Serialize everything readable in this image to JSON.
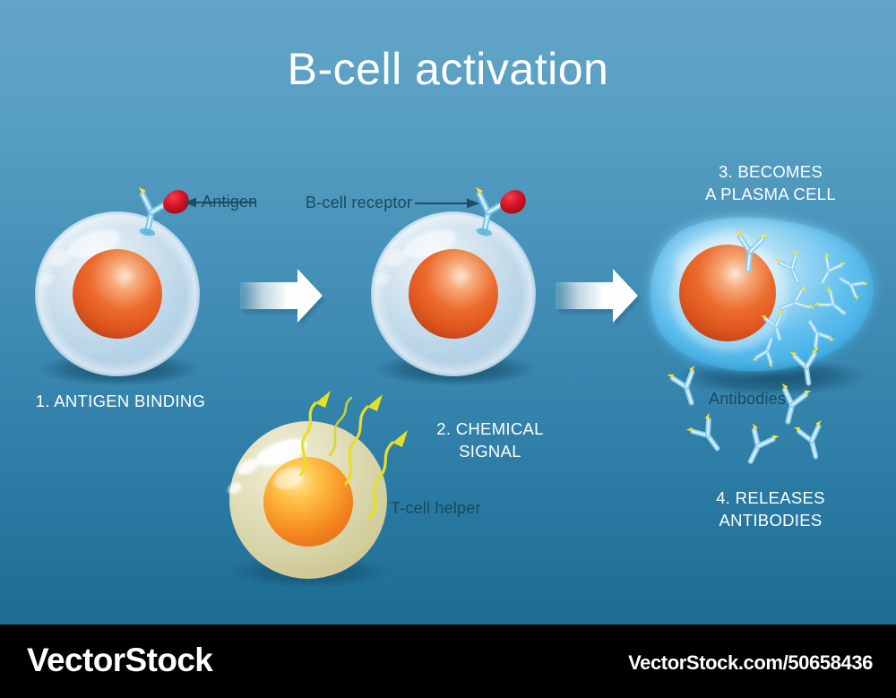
{
  "title": "B-cell activation",
  "background": {
    "top_color": "#63a4c7",
    "bottom_color": "#1d6c92"
  },
  "colors": {
    "title_text": "#ffffff",
    "step_text": "#ffffff",
    "part_text": "#184a5e",
    "antigen_red": "#d8132a",
    "antibody_blue": "#8fd3f0",
    "antibody_tip_yellow": "#ffe22e",
    "bcell_membrane": "#dde9f3",
    "bcell_nucleus": "#e8602a",
    "tcell_membrane": "#f0e6b8",
    "tcell_nucleus": "#f7a428",
    "plasma_cell": "#5fc3f2",
    "signal_arrow": "#e8e42a",
    "arrow_white": "#ffffff",
    "footer_bg": "#000000"
  },
  "diagram": {
    "steps": [
      {
        "id": "step-1",
        "label": "1. ANTIGEN BINDING"
      },
      {
        "id": "step-2",
        "label": "2. CHEMICAL\nSIGNAL"
      },
      {
        "id": "step-3",
        "label": "3. BECOMES\nA PLASMA CELL"
      },
      {
        "id": "step-4",
        "label": "4. RELEASES\nANTIBODIES"
      }
    ],
    "parts": [
      {
        "id": "antigen",
        "label": "Antigen"
      },
      {
        "id": "bcell-receptor",
        "label": "B-cell receptor"
      },
      {
        "id": "tcell-helper",
        "label": "T-cell helper"
      },
      {
        "id": "antibodies",
        "label": "Antibodies"
      }
    ]
  },
  "footer": {
    "logo": "VectorStock",
    "url": "VectorStock.com/50658436"
  }
}
